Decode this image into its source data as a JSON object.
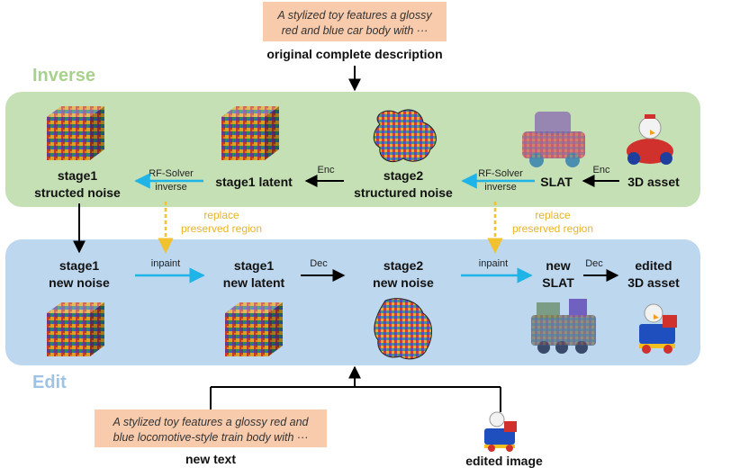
{
  "sections": {
    "inverse": "Inverse",
    "edit": "Edit"
  },
  "prompts": {
    "original_line1": "A stylized toy features a glossy",
    "original_line2": "red and blue car body with ···",
    "original_caption": "original complete description",
    "new_line1": "A stylized toy features a glossy red and",
    "new_line2": "blue locomotive-style train body with ···",
    "new_caption": "new text",
    "edited_image_caption": "edited image"
  },
  "inverse_row": {
    "stage1_noise_l1": "stage1",
    "stage1_noise_l2": "structed noise",
    "rf_solver_1_l1": "RF-Solver",
    "rf_solver_1_l2": "inverse",
    "stage1_latent": "stage1 latent",
    "enc_1": "Enc",
    "stage2_noise_l1": "stage2",
    "stage2_noise_l2": "structured noise",
    "rf_solver_2_l1": "RF-Solver",
    "rf_solver_2_l2": "inverse",
    "slat": "SLAT",
    "enc_2": "Enc",
    "asset": "3D asset"
  },
  "transfer": {
    "replace_1_l1": "replace",
    "replace_1_l2": "preserved region",
    "replace_2_l1": "replace",
    "replace_2_l2": "preserved region"
  },
  "edit_row": {
    "stage1_new_noise_l1": "stage1",
    "stage1_new_noise_l2": "new noise",
    "inpaint_1": "inpaint",
    "stage1_new_latent_l1": "stage1",
    "stage1_new_latent_l2": "new latent",
    "dec_1": "Dec",
    "stage2_new_noise_l1": "stage2",
    "stage2_new_noise_l2": "new noise",
    "inpaint_2": "inpaint",
    "new_slat_l1": "new",
    "new_slat_l2": "SLAT",
    "dec_2": "Dec",
    "edited_asset_l1": "edited",
    "edited_asset_l2": "3D asset"
  },
  "colors": {
    "inverse_panel": "#c5e0b4",
    "edit_panel": "#bdd7ee",
    "inverse_label": "#a9d18e",
    "edit_label": "#9dc3e6",
    "prompt_box": "#f8cbad",
    "blue_arrow": "#1eb4e8",
    "yellow_arrow": "#f2c12e"
  },
  "icons": [
    "noise-cube-icon",
    "structured-noise-blob-icon",
    "slat-car-icon",
    "toy-car-icon",
    "toy-train-icon"
  ]
}
